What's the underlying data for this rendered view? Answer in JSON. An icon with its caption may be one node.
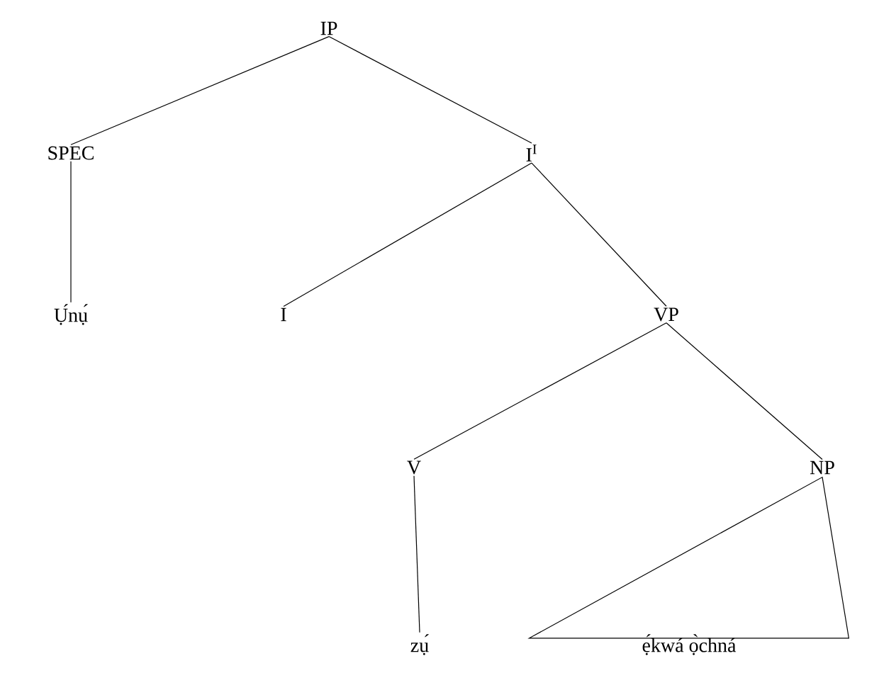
{
  "diagram": {
    "nodes": [
      {
        "text": [
          "IP"
        ]
      },
      {
        "text": [
          "SPEC"
        ]
      },
      {
        "text": [
          "I$^{I}$"
        ]
      },
      {
        "text": [
          "Ụ́nụ́"
        ]
      },
      {
        "text": [
          "I"
        ]
      },
      {
        "text": [
          "VP"
        ]
      },
      {
        "text": [
          "V"
        ]
      },
      {
        "text": [
          "NP"
        ]
      },
      {
        "text": [
          "zụ́"
        ]
      },
      {
        "text": [
          "ẹ́kwá ọ̀chná"
        ]
      }
    ],
    "edges": [
      {
        "from": 0,
        "to": 1,
        "arrow": "none"
      },
      {
        "from": 0,
        "to": 2,
        "arrow": "none"
      },
      {
        "from": 1,
        "to": 3,
        "arrow": "none"
      },
      {
        "from": 2,
        "to": 4,
        "arrow": "none"
      },
      {
        "from": 2,
        "to": 5,
        "arrow": "none"
      },
      {
        "from": 5,
        "to": 6,
        "arrow": "none"
      },
      {
        "from": 5,
        "to": 7,
        "arrow": "none"
      },
      {
        "from": 6,
        "to": 8,
        "arrow": "none"
      },
      {
        "from": 7,
        "to": 9,
        "arrow": "none"
      }
    ]
  }
}
